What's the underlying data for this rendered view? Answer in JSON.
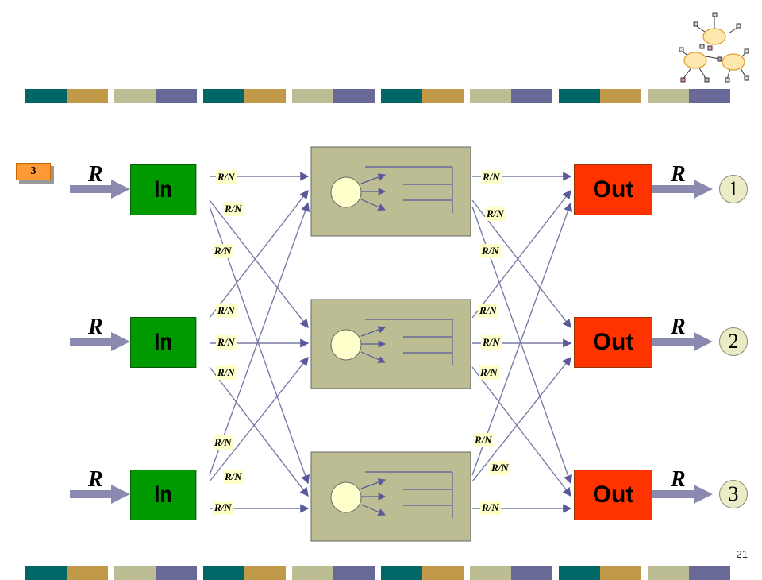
{
  "slide": {
    "badge": "3",
    "page_number": "21"
  },
  "inputs": [
    {
      "label": "In",
      "rate": "R"
    },
    {
      "label": "In",
      "rate": "R"
    },
    {
      "label": "In",
      "rate": "R"
    }
  ],
  "outputs": [
    {
      "label": "Out",
      "rate": "R",
      "port": "1"
    },
    {
      "label": "Out",
      "rate": "R",
      "port": "2"
    },
    {
      "label": "Out",
      "rate": "R",
      "port": "3"
    }
  ],
  "link_rate": "R/N",
  "colors": {
    "in_box": "#009900",
    "out_box": "#ff3300",
    "switch_box": "#bcbd93",
    "link": "#7a7aa8",
    "arrow": "#8a8ab0"
  }
}
